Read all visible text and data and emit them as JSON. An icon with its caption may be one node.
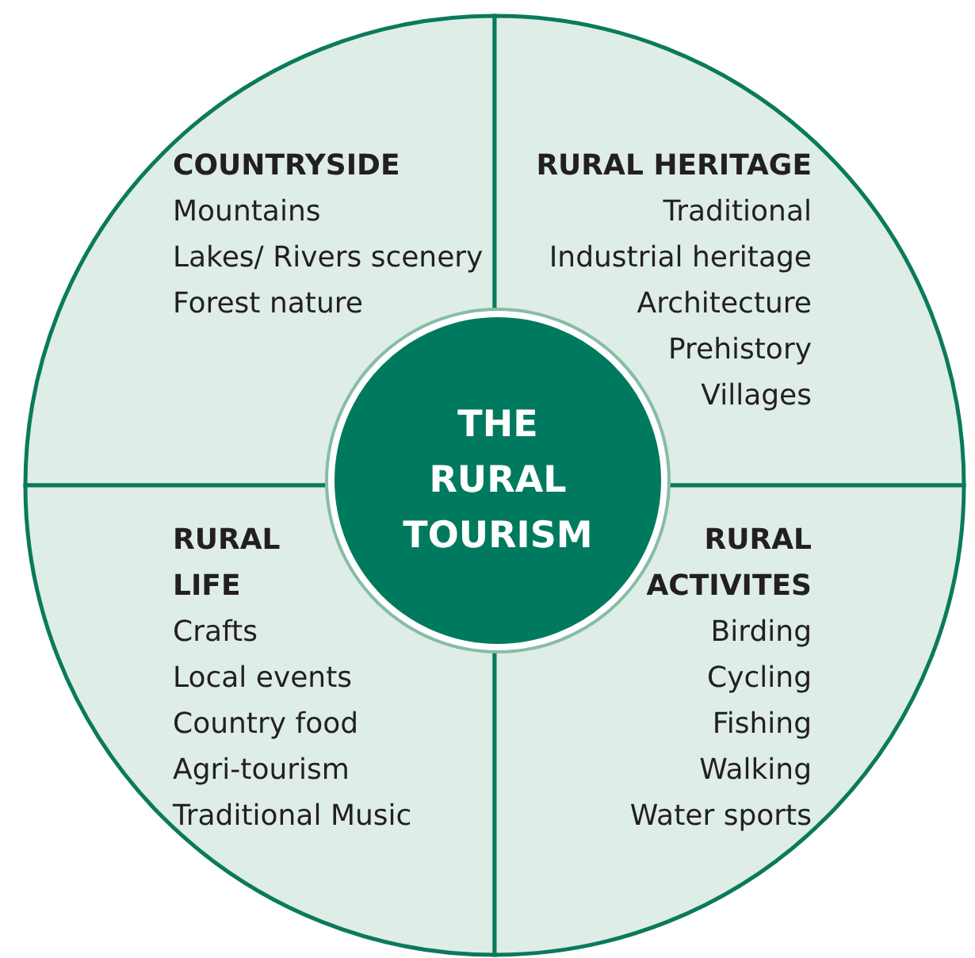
{
  "diagram": {
    "nodes": [
      {
        "text": [
          "COUNTRYSIDE",
          "Mountains",
          "Lakes/ Rivers scenery",
          "Forest nature"
        ]
      },
      {
        "text": [
          "RURAL HERITAGE",
          "Traditional",
          "Industrial heritage",
          "Architecture",
          "Prehistory",
          "Villages"
        ]
      },
      {
        "text": [
          "THE RURAL TOURISM"
        ]
      },
      {
        "text": [
          "RURAL LIFE",
          "Crafts",
          "Local events",
          "Country food",
          "Agri-tourism",
          "Traditional Music"
        ]
      },
      {
        "text": [
          "RURAL ACTIVITES",
          "Birding",
          "Cycling",
          "Fishing",
          "Walking",
          "Water sports"
        ]
      }
    ]
  }
}
